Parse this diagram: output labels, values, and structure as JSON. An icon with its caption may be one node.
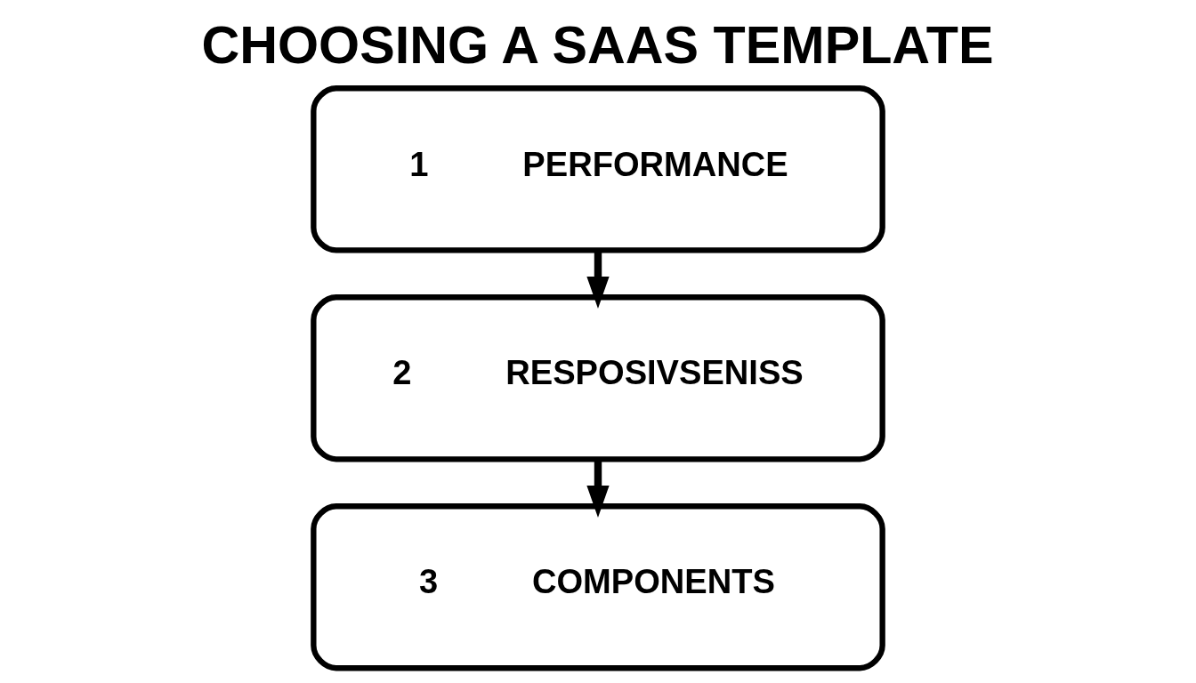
{
  "diagram": {
    "title": "CHOOSING A SAAS TEMPLATE",
    "nodes": [
      {
        "text": [
          "1",
          "PERFORMANCE"
        ]
      },
      {
        "text": [
          "2",
          "RESPOSIVSENISS"
        ]
      },
      {
        "text": [
          "3",
          "COMPONENTS"
        ]
      }
    ],
    "edges": [
      {
        "from": 0,
        "to": 1,
        "arrow": "to"
      },
      {
        "from": 1,
        "to": 2,
        "arrow": "to"
      }
    ]
  }
}
